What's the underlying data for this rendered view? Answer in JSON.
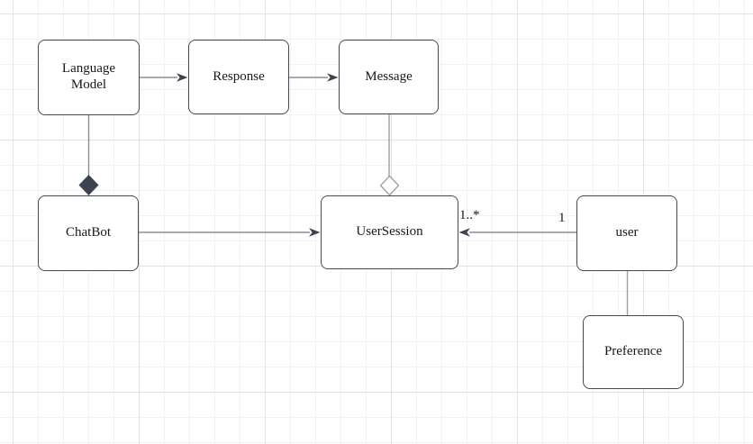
{
  "diagram": {
    "type": "uml-class-diagram",
    "background": "#ffffff",
    "grid_minor_color": "#f2f2f2",
    "grid_major_color": "#e3e3e3",
    "node_border_color": "#404a56",
    "node_fill_color": "#ffffff",
    "edge_line_color": "#8a8f95",
    "arrowhead_color": "#3d444f",
    "open_diamond_stroke": "#9aa0a6",
    "text_color": "#171717"
  },
  "nodes": [
    {
      "id": "language-model",
      "label": "Language Model"
    },
    {
      "id": "response",
      "label": "Response"
    },
    {
      "id": "message",
      "label": "Message"
    },
    {
      "id": "chatbot",
      "label": "ChatBot"
    },
    {
      "id": "user-session",
      "label": "UserSession"
    },
    {
      "id": "user",
      "label": "user"
    },
    {
      "id": "preference",
      "label": "Preference"
    }
  ],
  "edges": [
    {
      "from": "language-model",
      "to": "response",
      "type": "arrow"
    },
    {
      "from": "response",
      "to": "message",
      "type": "arrow"
    },
    {
      "from": "language-model",
      "to": "chatbot",
      "type": "composition-filled-diamond"
    },
    {
      "from": "message",
      "to": "user-session",
      "type": "aggregation-open-diamond"
    },
    {
      "from": "chatbot",
      "to": "user-session",
      "type": "arrow"
    },
    {
      "from": "user",
      "to": "user-session",
      "type": "arrow",
      "source_label": "1",
      "target_label": "1..*"
    },
    {
      "from": "user",
      "to": "preference",
      "type": "line"
    }
  ]
}
